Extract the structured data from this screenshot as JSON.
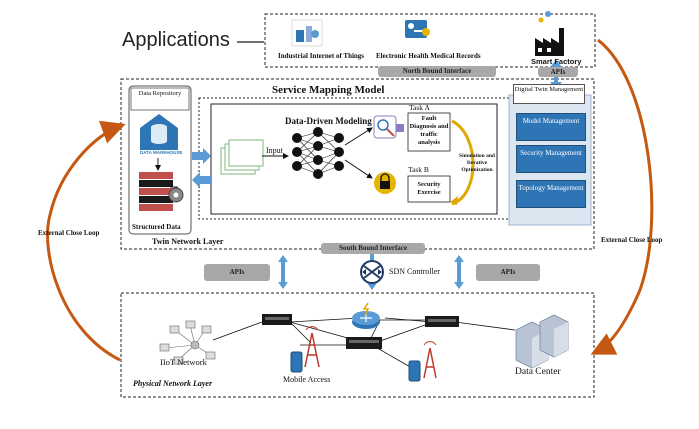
{
  "applications": {
    "title": "Applications",
    "items": [
      "Industrial Internet of Things",
      "Electronic Health Medical Records",
      "Smart Factory"
    ]
  },
  "interfaces": {
    "north": "North Bound Interface",
    "south": "South Bound Interface",
    "apis_top": "APIs",
    "apis_left": "APIs",
    "apis_right": "APIs"
  },
  "twin": {
    "service_model_title": "Service Mapping Model",
    "data_repository": "Data Repository",
    "data_warehouse": "DATA WAREHOUSE",
    "structured_data": "Structured Data",
    "data_driven": "Data-Driven Modeling",
    "input": "Input",
    "task_a": "Task A",
    "task_a_desc": "Fault Diagnosis and traffic analysis",
    "task_b": "Task B",
    "task_b_desc": "Security Exercise",
    "simulation": "Simulation and Iterative Optimization",
    "layer_label": "Twin Network Layer",
    "dtm_title": "Digital Twin Management",
    "mgmt_items": [
      "Model Management",
      "Security Management",
      "Topology Management"
    ]
  },
  "loops": {
    "left": "External  Close Loop",
    "right": "External  Close Loop"
  },
  "sdn": {
    "label": "SDN Controller"
  },
  "physical": {
    "layer_label": "Physical Network Layer",
    "iiot": "IIoT Network",
    "mobile": "Mobile Access",
    "datacenter": "Data Center"
  },
  "colors": {
    "blue": "#2e75b6",
    "orange_loop": "#c65911",
    "gray_pill": "#a8a8a8",
    "arrow_blue": "#5b9bd5"
  }
}
